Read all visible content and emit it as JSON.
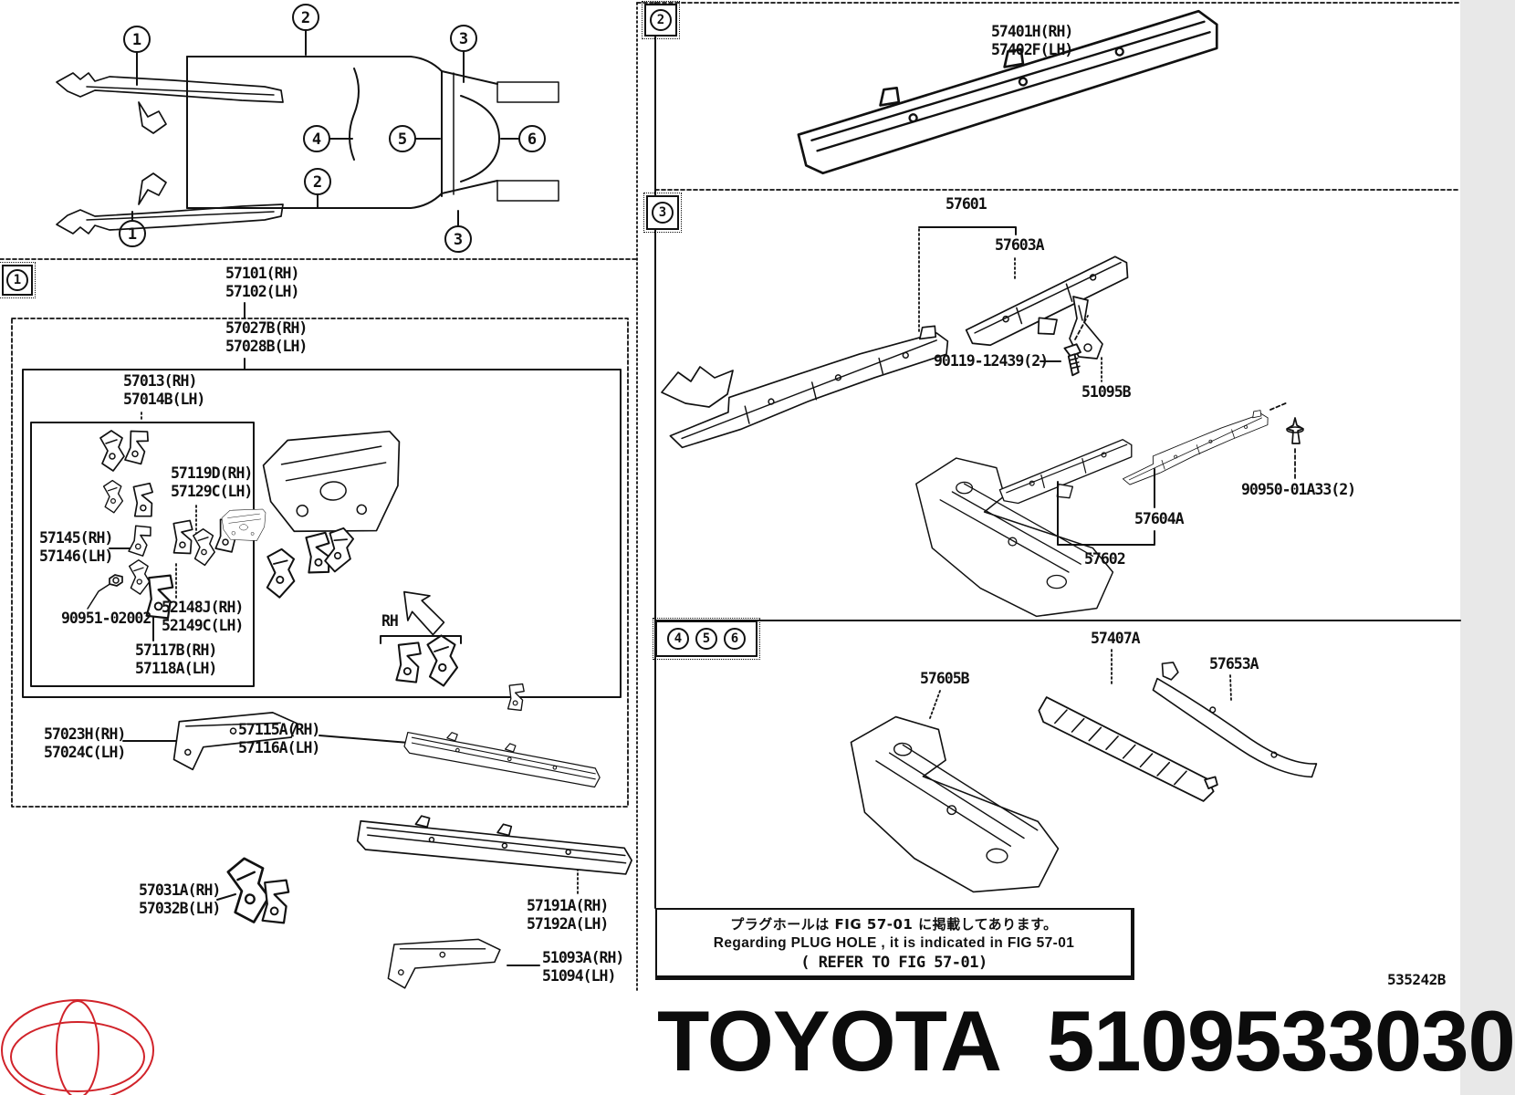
{
  "page": {
    "background": "#ffffff",
    "ink": "#111111",
    "brand_red": "#d1232a",
    "doc_code": "535242B"
  },
  "overview": {
    "callouts": [
      "1",
      "2",
      "3",
      "4",
      "5",
      "6",
      "2",
      "1",
      "3"
    ]
  },
  "markers": {
    "s1": "1",
    "s2": "2",
    "s3": "3",
    "s456": [
      "4",
      "5",
      "6"
    ]
  },
  "labels": {
    "p57101": "57101(RH)\n57102(LH)",
    "p57027": "57027B(RH)\n57028B(LH)",
    "p57013": "57013(RH)\n57014B(LH)",
    "p57119": "57119D(RH)\n57129C(LH)",
    "p57145": "57145(RH)\n57146(LH)",
    "p90951": "90951-02002",
    "p52148": "52148J(RH)\n52149C(LH)",
    "p57117": "57117B(RH)\n57118A(LH)",
    "prh": "RH",
    "p57023": "57023H(RH)\n57024C(LH)",
    "p57115": "57115A(RH)\n57116A(LH)",
    "p57031": "57031A(RH)\n57032B(LH)",
    "p57191": "57191A(RH)\n57192A(LH)",
    "p51093": "51093A(RH)\n51094(LH)",
    "p57401": "57401H(RH)\n57402F(LH)",
    "p57601": "57601",
    "p57603": "57603A",
    "p90119": "90119-12439(2)",
    "p51095": "51095B",
    "p90950": "90950-01A33(2)",
    "p57604": "57604A",
    "p57602": "57602",
    "p57407": "57407A",
    "p57653": "57653A",
    "p57605": "57605B"
  },
  "note_box": {
    "jp": "プラグホールは FIG 57-01 に掲載してあります。",
    "en": "Regarding PLUG HOLE , it is indicated in FIG 57-01",
    "refer": "( REFER TO FIG 57-01)"
  },
  "footer": {
    "brand": "TOYOTA",
    "part_number": "5109533030"
  }
}
